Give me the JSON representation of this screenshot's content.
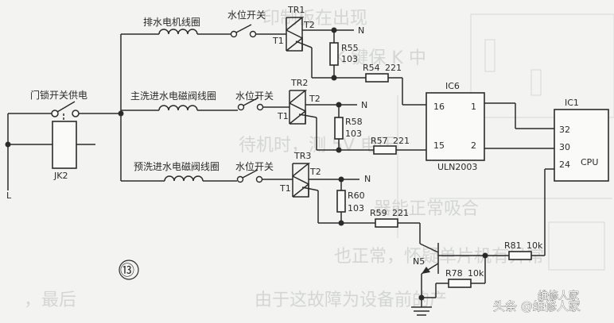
{
  "figure": {
    "number": "⑬",
    "power_line": "L",
    "neutral": "N"
  },
  "relay": {
    "label": "门锁开关供电",
    "id": "JK2"
  },
  "branches": [
    {
      "load": "排水电机线圈",
      "switch": "水位开关",
      "triac": "TR1",
      "t1": "T1",
      "t2": "T2",
      "shunt_resistor": {
        "id": "R55",
        "value": "103"
      },
      "series_resistor": {
        "id": "R54",
        "value": "221"
      }
    },
    {
      "load": "主洗进水电磁阀线圈",
      "switch": "水位开关",
      "triac": "TR2",
      "t1": "T1",
      "t2": "T2",
      "shunt_resistor": {
        "id": "R58",
        "value": "103"
      },
      "series_resistor": {
        "id": "R57",
        "value": "221"
      }
    },
    {
      "load": "预洗进水电磁阀线圈",
      "switch": "水位开关",
      "triac": "TR3",
      "t1": "T1",
      "t2": "T2",
      "shunt_resistor": {
        "id": "R60",
        "value": "103"
      },
      "series_resistor": {
        "id": "R59",
        "value": "221"
      }
    }
  ],
  "driver_ic": {
    "id": "IC6",
    "part": "ULN2003",
    "pins": {
      "in_top": "1",
      "in_bottom": "2",
      "out_top": "16",
      "out_bottom": "15"
    }
  },
  "cpu": {
    "id": "IC1",
    "label": "CPU",
    "pins": [
      "32",
      "30",
      "24"
    ]
  },
  "transistor": {
    "id": "N5",
    "base_resistor": {
      "id": "R81",
      "value": "10k"
    },
    "pulldown_resistor": {
      "id": "R78",
      "value": "10k"
    }
  },
  "watermark": {
    "text": "头条 @维修人家",
    "faint": "维修人家"
  }
}
